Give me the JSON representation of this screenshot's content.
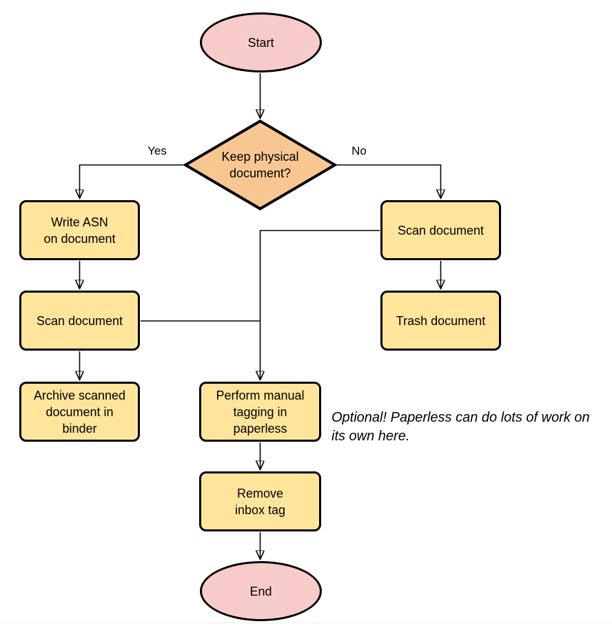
{
  "diagram": {
    "title_hint": "Paperless document intake flowchart",
    "nodes": {
      "start": {
        "label": "Start",
        "type": "terminal"
      },
      "decision": {
        "label": "Keep physical\ndocument?",
        "type": "decision"
      },
      "write_asn": {
        "label": "Write ASN\non document",
        "type": "process"
      },
      "scan_left": {
        "label": "Scan document",
        "type": "process"
      },
      "archive": {
        "label": "Archive scanned\ndocument in\nbinder",
        "type": "process"
      },
      "scan_right": {
        "label": "Scan document",
        "type": "process"
      },
      "trash": {
        "label": "Trash document",
        "type": "process"
      },
      "tagging": {
        "label": "Perform manual\ntagging in\npaperless",
        "type": "process"
      },
      "remove_inbox": {
        "label": "Remove\ninbox tag",
        "type": "process"
      },
      "end": {
        "label": "End",
        "type": "terminal"
      }
    },
    "edge_labels": {
      "yes": "Yes",
      "no": "No"
    },
    "note": "Optional! Paperless can do lots of work on\nits own here.",
    "colors": {
      "terminal_fill": "#f7cbc9",
      "decision_fill": "#f8c791",
      "process_fill": "#ffe49c",
      "stroke": "#000000"
    }
  }
}
